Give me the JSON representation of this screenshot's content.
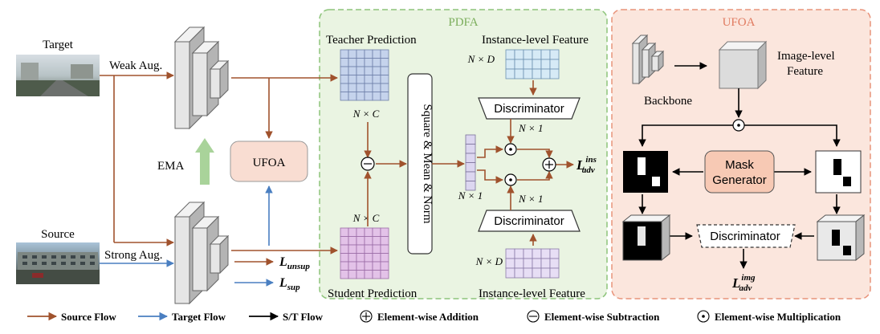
{
  "labels": {
    "target": "Target",
    "source": "Source",
    "weak_aug": "Weak Aug.",
    "strong_aug": "Strong Aug.",
    "ema": "EMA",
    "ufoa_box": "UFOA",
    "pdfa_title": "PDFA",
    "ufoa_title": "UFOA",
    "teacher_prediction": "Teacher Prediction",
    "student_prediction": "Student Prediction",
    "instance_feature_top": "Instance-level Feature",
    "instance_feature_bottom": "Instance-level Feature",
    "n_c_top": "N × C",
    "n_c_bottom": "N × C",
    "n_d_top": "N × D",
    "n_d_bottom": "N × D",
    "n_1_top": "N × 1",
    "n_1_bottom": "N × 1",
    "n_1_vec": "N × 1",
    "square_mean_norm": "Square & Mean & Norm",
    "discriminator_top": "Discriminator",
    "discriminator_bottom": "Discriminator",
    "discriminator_img": "Discriminator",
    "l_adv_ins_main": "L",
    "l_adv_ins_sup": "ins",
    "l_adv_ins_sub": "adv",
    "l_unsup_main": "L",
    "l_unsup_sub": "unsup",
    "l_sup_main": "L",
    "l_sup_sub": "sup",
    "l_adv_img_main": "L",
    "l_adv_img_sup": "img",
    "l_adv_img_sub": "adv",
    "backbone": "Backbone",
    "image_level_feature_1": "Image-level",
    "image_level_feature_2": "Feature",
    "mask_generator_1": "Mask",
    "mask_generator_2": "Generator"
  },
  "legend": {
    "source_flow": "Source Flow",
    "target_flow": "Target Flow",
    "st_flow": "S/T Flow",
    "addition": "Element-wise Addition",
    "subtraction": "Element-wise Subtraction",
    "multiplication": "Element-wise Multiplication"
  },
  "colors": {
    "source_flow": "#a0522d",
    "target_flow": "#4a7fc1",
    "st_flow": "#000000",
    "pdfa_bg": "#eaf4e2",
    "pdfa_border": "#8dc47a",
    "pdfa_title": "#7cae5c",
    "ufoa_bg": "#fbe6dd",
    "ufoa_border": "#e8937a",
    "ufoa_title": "#e07a5f",
    "ufoa_box": "#f9ddd2",
    "mask_generator": "#f7c9b4",
    "ema_arrow": "#a9d39a",
    "teacher_grid": "#c5d3ec",
    "student_grid": "#e3c2e8",
    "feature_top_grid": "#d6eaf6",
    "feature_bottom_grid": "#e7def5",
    "vector": "#dcd6f0"
  }
}
